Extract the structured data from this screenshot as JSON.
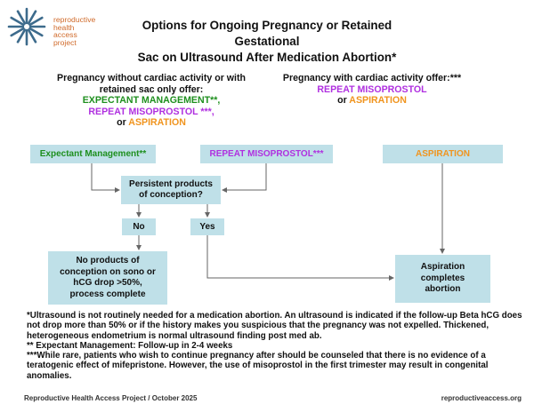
{
  "header": {
    "logo_lines": [
      "reproductive",
      "health",
      "access",
      "project"
    ],
    "title_line1": "Options for Ongoing Pregnancy or Retained Gestational",
    "title_line2": "Sac on Ultrasound After Medication Abortion*"
  },
  "offers": {
    "left": {
      "line1": "Pregnancy without cardiac activity or with",
      "line2": "retained sac only offer:",
      "opt1": "EXPECTANT MANAGEMENT**,",
      "opt2": "REPEAT MISOPROSTOL ***,",
      "or_word": "or",
      "opt3": "ASPIRATION"
    },
    "right": {
      "line1": "Pregnancy with cardiac activity offer:***",
      "opt1": "REPEAT MISOPROSTOL",
      "or_word": "or",
      "opt2": "ASPIRATION"
    }
  },
  "flow": {
    "expectant": "Expectant Management**",
    "repeat": "REPEAT MISOPROSTOL***",
    "aspiration": "ASPIRATION",
    "persistent_line1": "Persistent products",
    "persistent_line2": "of conception?",
    "no": "No",
    "yes": "Yes",
    "no_poc_line1": "No products of",
    "no_poc_line2": "conception on sono or",
    "no_poc_line3": "hCG drop >50%,",
    "no_poc_line4": "process complete",
    "asp_complete_line1": "Aspiration",
    "asp_complete_line2": "completes",
    "asp_complete_line3": "abortion"
  },
  "footnotes": {
    "note1": "*Ultrasound is not routinely needed for a medication abortion. An ultrasound is indicated if the follow-up Beta hCG does not drop more than 50% or if the history makes you suspicious that the pregnancy was not expelled. Thickened, heterogeneous endometrium is normal ultrasound finding post med ab.",
    "note2": "** Expectant Management: Follow-up in 2-4 weeks",
    "note3": "***While rare, patients who wish to continue pregnancy after should be counseled that there is no evidence of a teratogenic effect of mifepristone. However, the use of misoprostol in the first trimester may result in congenital anomalies."
  },
  "footer": {
    "left": "Reproductive Health Access Project / October 2025",
    "right": "reproductiveaccess.org"
  },
  "colors": {
    "box_fill": "#bfe0e8",
    "green": "#1e8f1e",
    "purple": "#b030e0",
    "orange": "#f0941e",
    "logo": "#3d6b8c"
  }
}
